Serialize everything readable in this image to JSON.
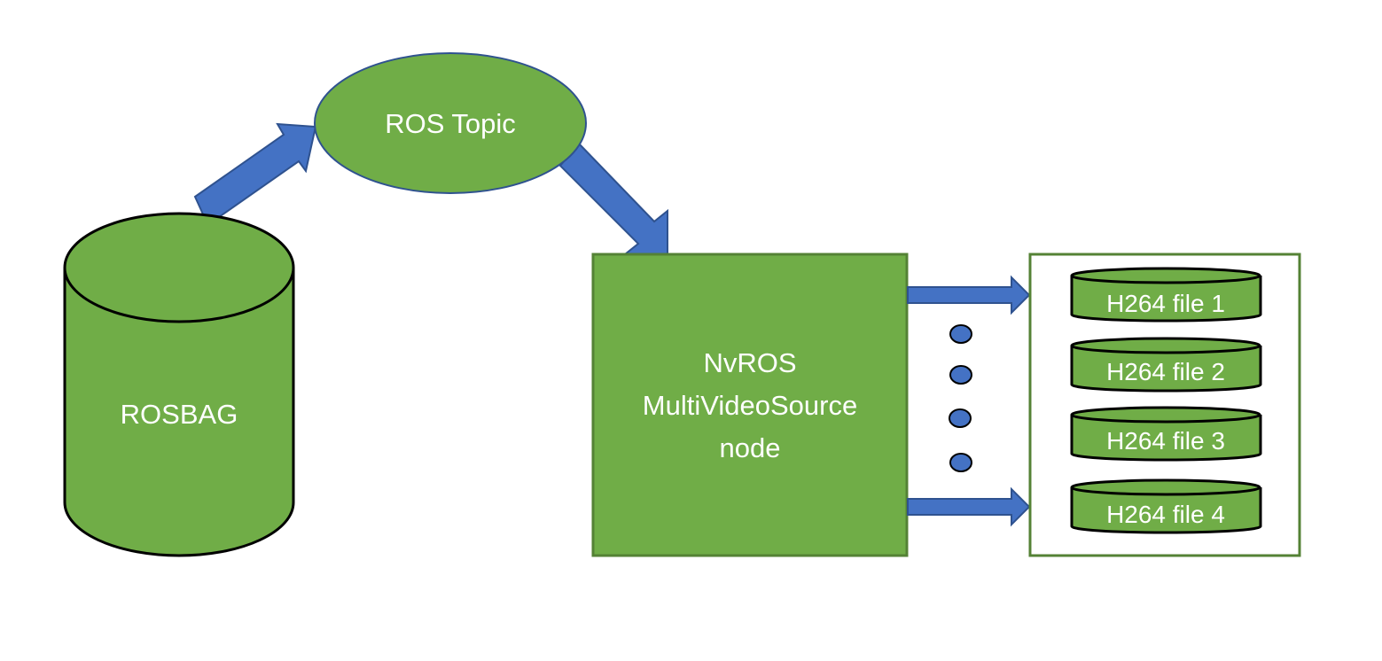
{
  "diagram": {
    "nodes": {
      "rosbag": {
        "label": "ROSBAG",
        "shape": "cylinder"
      },
      "ros_topic": {
        "label": "ROS Topic",
        "shape": "ellipse"
      },
      "nvros_node": {
        "lines": [
          "NvROS",
          "MultiVideoSource",
          "node"
        ],
        "shape": "rectangle"
      },
      "output_group": {
        "shape": "rectangle-container"
      },
      "files": [
        {
          "label": "H264 file 1"
        },
        {
          "label": "H264 file 2"
        },
        {
          "label": "H264 file 3"
        },
        {
          "label": "H264 file 4"
        }
      ]
    },
    "edges": [
      {
        "from": "rosbag",
        "to": "ros_topic"
      },
      {
        "from": "ros_topic",
        "to": "nvros_node"
      },
      {
        "from": "nvros_node",
        "to": "files.0"
      },
      {
        "from": "nvros_node",
        "to": "files.3"
      }
    ],
    "ellipsis_dots": 4,
    "colors": {
      "node_fill": "#70AD47",
      "node_border": "#548235",
      "arrow_fill": "#4472C4",
      "arrow_border": "#2F528F",
      "cylinder_stroke": "#000000",
      "text": "#FFFFFF"
    }
  }
}
